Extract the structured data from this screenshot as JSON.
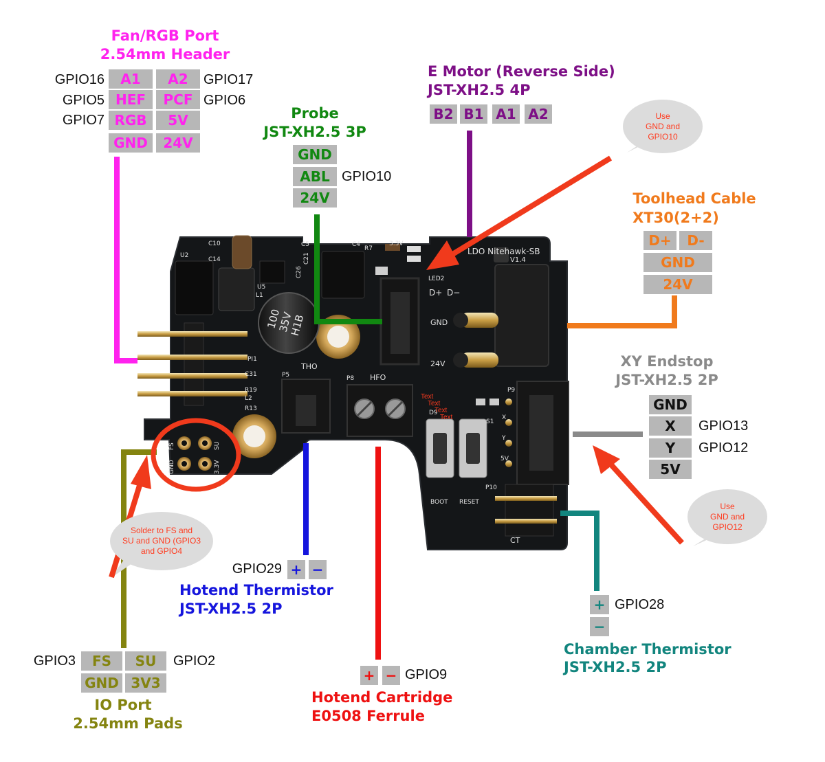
{
  "colors": {
    "fan": "#ff22ee",
    "emotor": "#7d0f86",
    "probe": "#118811",
    "toolhead": "#f07a1c",
    "endstop": "#8a8a8a",
    "hotend_therm": "#1515dd",
    "cartridge": "#ee1111",
    "chamber": "#12857e",
    "io": "#848410",
    "arrow": "#f03a1c",
    "pin_bg": "#b7b7b7"
  },
  "fan_rgb": {
    "title": "Fan/RGB Port",
    "subtitle": "2.54mm Header",
    "pins": [
      [
        "A1",
        "A2"
      ],
      [
        "HEF",
        "PCF"
      ],
      [
        "RGB",
        "5V"
      ],
      [
        "GND",
        "24V"
      ]
    ],
    "gpio_left": [
      "GPIO16",
      "GPIO5",
      "GPIO7"
    ],
    "gpio_right": [
      "GPIO17",
      "GPIO6"
    ]
  },
  "e_motor": {
    "title": "E Motor (Reverse Side)",
    "subtitle": "JST-XH2.5 4P",
    "pins": [
      "B2",
      "B1",
      "A1",
      "A2"
    ]
  },
  "probe": {
    "title": "Probe",
    "subtitle": "JST-XH2.5 3P",
    "pins": [
      "GND",
      "ABL",
      "24V"
    ],
    "gpio": "GPIO10"
  },
  "toolhead": {
    "title": "Toolhead Cable",
    "subtitle": "XT30(2+2)",
    "pins": [
      "D+",
      "D-",
      "GND",
      "24V"
    ]
  },
  "xy_endstop": {
    "title": "XY Endstop",
    "subtitle": "JST-XH2.5 2P",
    "pins": [
      "GND",
      "X",
      "Y",
      "5V"
    ],
    "gpio": [
      "GPIO13",
      "GPIO12"
    ]
  },
  "hotend_thermistor": {
    "title": "Hotend Thermistor",
    "subtitle": "JST-XH2.5 2P",
    "pins": [
      "+",
      "−"
    ],
    "gpio": "GPIO29"
  },
  "hotend_cartridge": {
    "title": "Hotend Cartridge",
    "subtitle": "E0508 Ferrule",
    "pins": [
      "+",
      "−"
    ],
    "gpio": "GPIO9"
  },
  "chamber_thermistor": {
    "title": "Chamber Thermistor",
    "subtitle": "JST-XH2.5 2P",
    "pins": [
      "+",
      "−"
    ],
    "gpio": "GPIO28"
  },
  "io_port": {
    "title": "IO Port",
    "subtitle": "2.54mm Pads",
    "pins": [
      [
        "FS",
        "SU"
      ],
      [
        "GND",
        "3V3"
      ]
    ],
    "gpio_left": "GPIO3",
    "gpio_right": "GPIO2"
  },
  "notes": {
    "probe_note": "Use\nGND and\nGPIO10",
    "endstop_note": "Use\nGND and\nGPIO12",
    "io_note": "Solder to FS and\nSU and GND (GPIO3\nand GPIO4"
  },
  "board": {
    "silk_name": "LDO Nitehawk-SB",
    "silk_version": "V1.4",
    "capacitor_label": "100\n35V\nH1B",
    "silk": {
      "u2": "U2",
      "c10": "C10",
      "c14": "C14",
      "c5": "C5",
      "c4": "C4",
      "r7": "R7",
      "u5": "U5",
      "l1": "L1",
      "c26": "C26",
      "c21": "C21",
      "v33": "3.3V",
      "led2": "LED2",
      "dplus": "D+",
      "dminus": "D−",
      "gnd": "GND",
      "v24": "24V",
      "pi1": "PI1",
      "c31": "C31",
      "r19": "R19",
      "l2": "L2",
      "r13": "R13",
      "tho": "THO",
      "p5": "P5",
      "hfo": "HFO",
      "p8": "P8",
      "p9": "P9",
      "ct": "CT",
      "boot": "BOOT",
      "reset": "RESET",
      "p10": "P10",
      "fs": "FS",
      "su": "SU",
      "gnd2": "GND",
      "v33b": "3.3V",
      "x": "X",
      "y": "Y",
      "v5": "5V",
      "d9": "D9",
      "s1": "S1",
      "text": "Text"
    }
  }
}
